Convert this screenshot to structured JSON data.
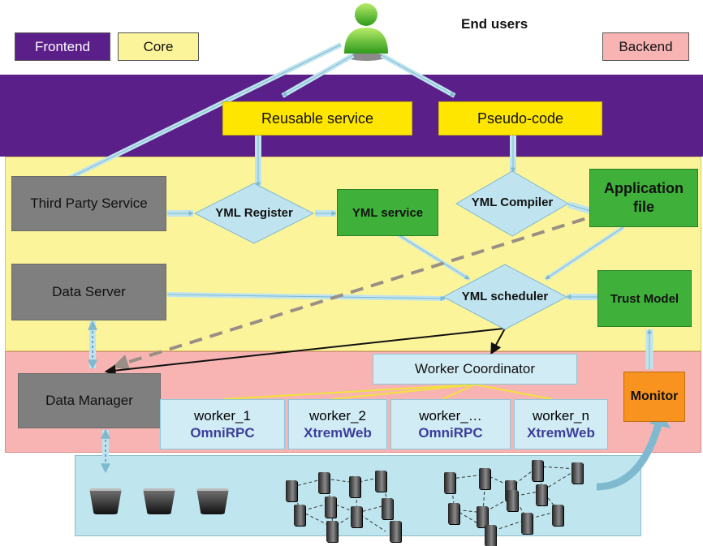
{
  "legend": {
    "frontend": "Frontend",
    "core": "Core",
    "backend": "Backend"
  },
  "end_users": "End users",
  "frontend": {
    "reusable_service": "Reusable service",
    "pseudo_code": "Pseudo-code"
  },
  "core": {
    "third_party_service": "Third Party Service",
    "data_server": "Data Server",
    "yml_register": "YML Register",
    "yml_service": "YML service",
    "yml_compiler": "YML Compiler",
    "application_file": "Application file",
    "yml_scheduler": "YML scheduler",
    "trust_model": "Trust Model"
  },
  "backend": {
    "data_manager": "Data Manager",
    "worker_coordinator": "Worker Coordinator",
    "monitor": "Monitor",
    "workers": [
      {
        "name": "worker_1",
        "middleware": "OmniRPC"
      },
      {
        "name": "worker_2",
        "middleware": "XtremWeb"
      },
      {
        "name": "worker_…",
        "middleware": "OmniRPC"
      },
      {
        "name": "worker_n",
        "middleware": "XtremWeb"
      }
    ]
  },
  "colors": {
    "frontend": "#5b1f8a",
    "core": "#fcf49a",
    "backend": "#f7b4b3",
    "grey_box": "#7f7f7f",
    "yellow_box": "#ffe600",
    "green_box": "#3fb13a",
    "diamond": "#bfe4ef",
    "monitor": "#f7931e"
  }
}
